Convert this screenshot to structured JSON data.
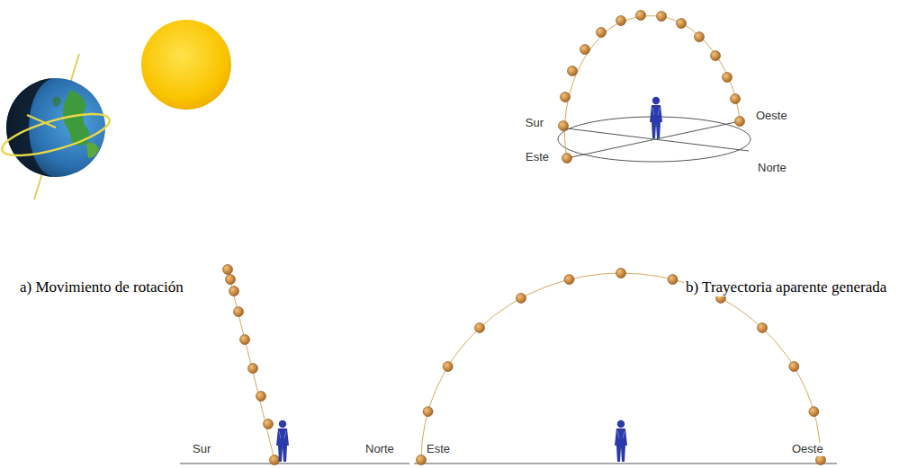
{
  "diagram": {
    "labels": [
      "Sur",
      "Oeste",
      "Este",
      "Norte",
      "a)  Movimiento de rotación",
      "b) Trayectoria aparente generada",
      "Sur",
      "Norte",
      "Este",
      "Oeste"
    ]
  }
}
